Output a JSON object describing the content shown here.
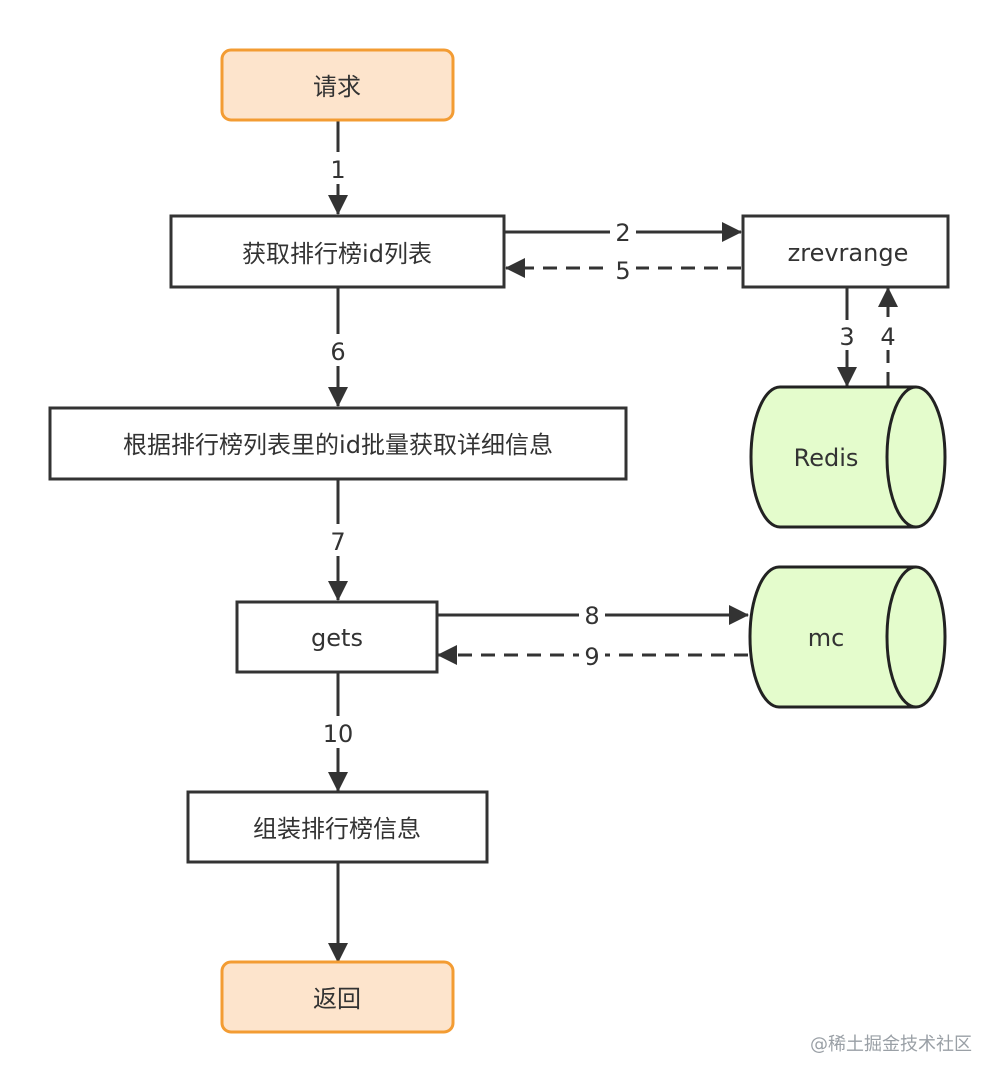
{
  "colors": {
    "terminal_fill": "#fde4cc",
    "terminal_stroke": "#f39c33",
    "process_fill": "#ffffff",
    "process_stroke": "#333333",
    "store_fill": "#e4fccc",
    "store_stroke": "#222222",
    "edge": "#333333"
  },
  "nodes": {
    "request": "请求",
    "fetch_ids": "获取排行榜id列表",
    "zrevrange": "zrevrange",
    "redis": "Redis",
    "batch_fetch": "根据排行榜列表里的id批量获取详细信息",
    "gets": "gets",
    "mc": "mc",
    "assemble": "组装排行榜信息",
    "return": "返回"
  },
  "edges": {
    "e1": "1",
    "e2": "2",
    "e3": "3",
    "e4": "4",
    "e5": "5",
    "e6": "6",
    "e7": "7",
    "e8": "8",
    "e9": "9",
    "e10": "10"
  },
  "watermark": "@稀土掘金技术社区"
}
